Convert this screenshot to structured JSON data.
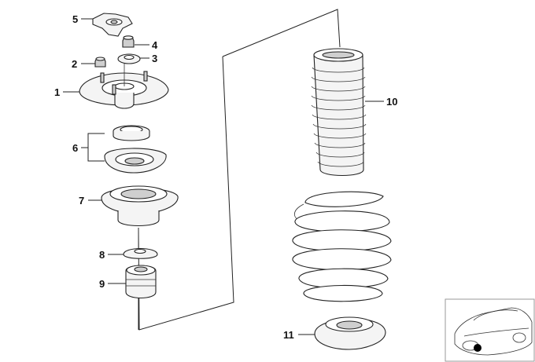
{
  "parts": [
    {
      "number": "1"
    },
    {
      "number": "2"
    },
    {
      "number": "3"
    },
    {
      "number": "4"
    },
    {
      "number": "5"
    },
    {
      "number": "6"
    },
    {
      "number": "7"
    },
    {
      "number": "8"
    },
    {
      "number": "9"
    },
    {
      "number": "10"
    },
    {
      "number": "11"
    }
  ],
  "thumbnail": {
    "icon": "car-thumbnail-icon"
  }
}
